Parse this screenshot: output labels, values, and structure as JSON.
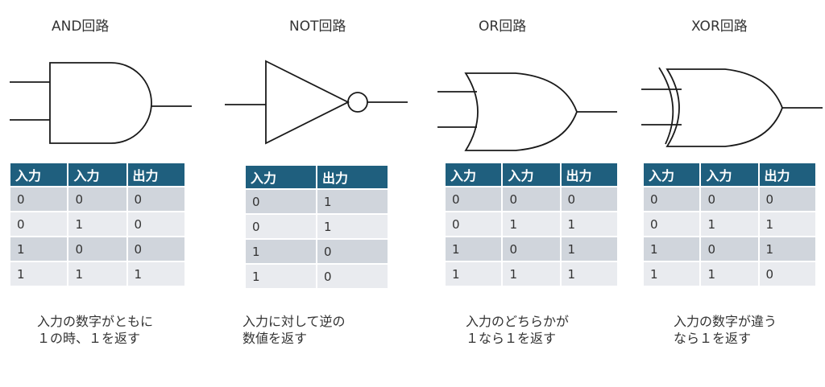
{
  "gates": [
    {
      "title": "AND回路",
      "headers": [
        "入力",
        "入力",
        "出力"
      ],
      "rows": [
        [
          "0",
          "0",
          "0"
        ],
        [
          "0",
          "1",
          "0"
        ],
        [
          "1",
          "0",
          "0"
        ],
        [
          "1",
          "1",
          "1"
        ]
      ],
      "description": [
        "入力の数字がともに",
        "１の時、１を返す"
      ]
    },
    {
      "title": "NOT回路",
      "headers": [
        "入力",
        "出力"
      ],
      "rows": [
        [
          "0",
          "1"
        ],
        [
          "0",
          "1"
        ],
        [
          "1",
          "0"
        ],
        [
          "1",
          "0"
        ]
      ],
      "description": [
        "入力に対して逆の",
        "数値を返す"
      ]
    },
    {
      "title": "OR回路",
      "headers": [
        "入力",
        "入力",
        "出力"
      ],
      "rows": [
        [
          "0",
          "0",
          "0"
        ],
        [
          "0",
          "1",
          "1"
        ],
        [
          "1",
          "0",
          "1"
        ],
        [
          "1",
          "1",
          "1"
        ]
      ],
      "description": [
        "入力のどちらかが",
        "１なら１を返す"
      ]
    },
    {
      "title": "XOR回路",
      "headers": [
        "入力",
        "入力",
        "出力"
      ],
      "rows": [
        [
          "0",
          "0",
          "0"
        ],
        [
          "0",
          "1",
          "1"
        ],
        [
          "1",
          "0",
          "1"
        ],
        [
          "1",
          "1",
          "0"
        ]
      ],
      "description": [
        "入力の数字が違う",
        "なら１を返す"
      ]
    }
  ]
}
